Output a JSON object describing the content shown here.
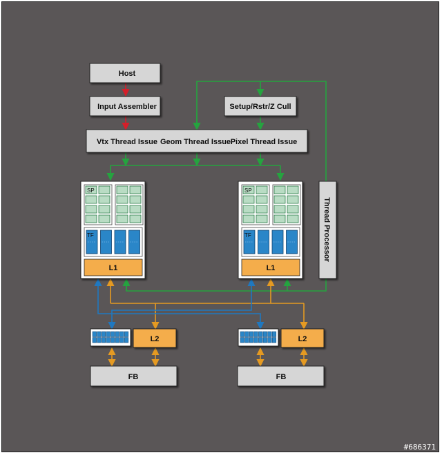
{
  "colors": {
    "background": "#5a5657",
    "box_fill": "#d6d6d6",
    "cache_fill": "#f4ad4b",
    "sp_fill": "#b9dcc4",
    "tf_fill": "#2b86c8",
    "arrow_red": "#d51f2a",
    "arrow_green": "#25a33f",
    "arrow_orange": "#e59a22",
    "arrow_blue": "#1f78c0"
  },
  "labels": {
    "host": "Host",
    "input_assembler": "Input Assembler",
    "setup": "Setup/Rstr/Z Cull",
    "vtx_thread_issue": "Vtx Thread Issue",
    "geom_thread_issue": "Geom Thread Issue",
    "pixel_thread_issue": "Pixel Thread Issue",
    "thread_processor": "Thread Processor",
    "sp": "SP",
    "tf": "TF",
    "l1": "L1",
    "l2": "L2",
    "fb": "FB"
  },
  "watermark": "#686371"
}
